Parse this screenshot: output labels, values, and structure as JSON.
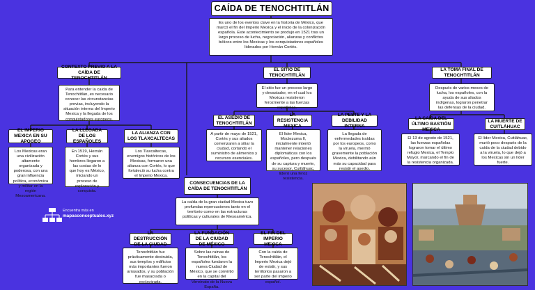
{
  "title": "CAÍDA DE TENOCHTITLÁN",
  "intro": "Es uno de los eventos clave en la historia de México, que marcó el fin del Imperio Mexica y el inicio de la colonización española. Este acontecimiento se produjo en 1521 tras un largo proceso de lucha, negociación, alianzas y conflictos bélicos entre los Mexicas y los conquistadores españoles liderados por Hernán Cortés.",
  "context": {
    "header": "CONTEXTO PREVIO A LA CAÍDA DE TENOCHTITLÁN",
    "text": "Para entender la caída de Tenochtitlán, es necesario conocer las circunstancias previas, incluyendo la situación interna del Imperio Mexica y la llegada de los conquistadores europeos.",
    "items": [
      {
        "header": "EL IMPERIO MEXICA EN SU APOGEO",
        "text": "Los Mexicas eran una civilización altamente organizada y poderosa, con una gran influencia política, económica y militar en la región Mesoamericana."
      },
      {
        "header": "LA LLEGADA DE LOS ESPAÑOLES",
        "text": "En 1519, Hernán Cortés y sus hombres llegaron a las costas de lo que hoy es México, iniciando un proceso de exploración y conquista."
      },
      {
        "header": "LA ALIANZA CON LOS TLAXCALTECAS",
        "text": "Los Tlaxcaltecas, enemigos históricos de los Mexicas, formaron una alianza con Cortés, lo que fortaleció su lucha contra el Imperio Mexica."
      }
    ]
  },
  "siege": {
    "header": "EL SITIO DE TENOCHTITLÁN",
    "text": "El sitio fue un proceso largo y devastador, en el cual los Mexicas resistieron ferozmente a las fuerzas españolas.",
    "items": [
      {
        "header": "EL ASEDIO DE TENOCHTITLÁN",
        "text": "A partir de mayo de 1521, Cortés y sus aliados comenzaron a sitiar la ciudad, cortando el suministro de alimentos y recursos esenciales."
      },
      {
        "header": "LA RESISTENCIA MEXICA",
        "text": "El líder Mexica, Moctezuma II, inicialmente intentó mantener relaciones diplomáticas con los españoles, pero después de su captura y muerte, su sucesor, Cuitláhuac, lideró una feroz resistencia."
      },
      {
        "header": "LA PESTE Y LA DEBILIDAD INTERNA",
        "text": "La llegada de enfermedades traídas por los europeos, como la viruela, mermó gravemente la población Mexica, debilitando aún más su capacidad para resistir el asedio."
      }
    ]
  },
  "final": {
    "header": "LA TOMA FINAL DE TENOCHTITLÁN",
    "text": "Después de varios meses de lucha, los españoles, con la ayuda de sus aliados indígenas, lograron penetrar las defensas de la ciudad.",
    "items": [
      {
        "header": "LA CAÍDA DEL ÚLTIMO BASTIÓN MEXICA",
        "text": "El 13 de agosto de 1521, las fuerzas españolas lograron tomar el último refugio Mexica, el Templo Mayor, marcando el fin de la resistencia organizada."
      },
      {
        "header": "LA MUERTE DE CUITLÁHUAC",
        "text": "El líder Mexica, Cuitláhuac, murió poco después de la caída de la ciudad debido a la viruela, lo que dejó a los Mexicas sin un líder fuerte."
      }
    ]
  },
  "consequences": {
    "header": "CONSECUENCIAS DE LA CAÍDA DE TENOCHTITLÁN",
    "text": "La caída de la gran ciudad Mexica tuvo profundas repercusiones tanto en el territorio como en las estructuras políticas y culturales de Mesoamérica.",
    "items": [
      {
        "header": "LA DESTRUCCIÓN DE LA CIUDAD",
        "text": "Tenochtitlán fue prácticamente destruida, sus templos y edificios más importantes fueron arrasados, y su población fue masacrada o esclavizada."
      },
      {
        "header": "LA FUNDACIÓN DE LA CIUDAD DE MÉXICO",
        "text": "Sobre las ruinas de Tenochtitlán, los españoles fundaron la nueva Ciudad de México, que se convirtió en la capital del Virreinato de la Nueva España."
      },
      {
        "header": "EL FIN DEL IMPERIO MEXICA",
        "text": "Con la caída de Tenochtitlán, el Imperio Mexica dejó de existir, y sus territorios pasaron a ser parte del imperio español."
      }
    ]
  },
  "watermark": {
    "line1": "Encuentra más en",
    "line2": "mapasconceptuales.xyz"
  },
  "colors": {
    "background": "#4a33e0",
    "box": "#ffffff",
    "border": "#222222"
  }
}
